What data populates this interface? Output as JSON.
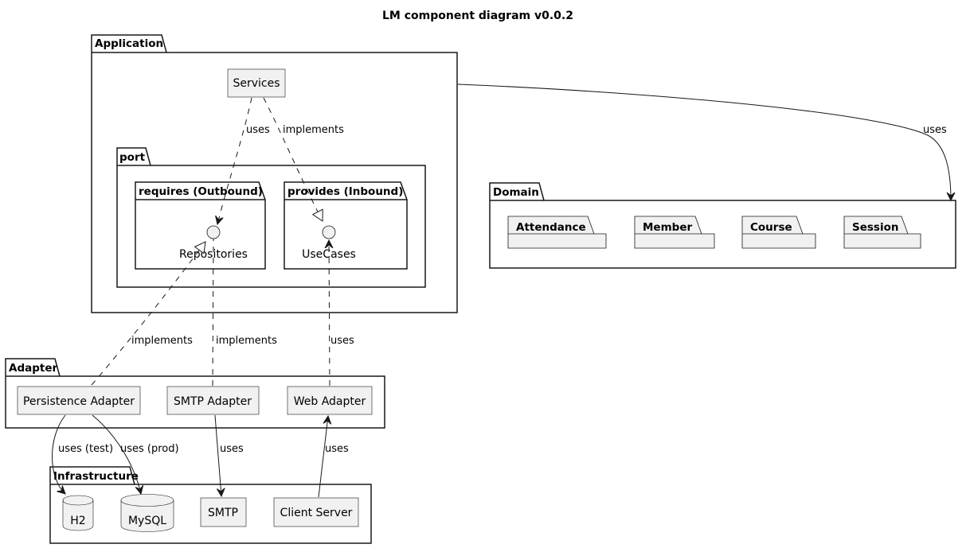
{
  "title": "LM component diagram v0.0.2",
  "packages": {
    "application": "Application",
    "port": "port",
    "requires": "requires (Outbound)",
    "provides": "provides (Inbound)",
    "domain": "Domain",
    "adapter": "Adapter",
    "infrastructure": "Infrastructure"
  },
  "domain_packages": [
    "Attendance",
    "Member",
    "Course",
    "Session"
  ],
  "components": {
    "services": "Services",
    "persistence_adapter": "Persistence Adapter",
    "smtp_adapter": "SMTP Adapter",
    "web_adapter": "Web Adapter",
    "smtp": "SMTP",
    "client_server": "Client Server"
  },
  "databases": {
    "h2": "H2",
    "mysql": "MySQL"
  },
  "interfaces": {
    "repositories": "Repositories",
    "usecases": "UseCases"
  },
  "edges": {
    "services_uses": "uses",
    "services_implements": "implements",
    "app_domain_uses": "uses",
    "persistence_implements": "implements",
    "smtp_implements": "implements",
    "web_uses": "uses",
    "uses_test": "uses (test)",
    "uses_prod": "uses (prod)",
    "smtp_uses": "uses",
    "client_uses": "uses"
  }
}
